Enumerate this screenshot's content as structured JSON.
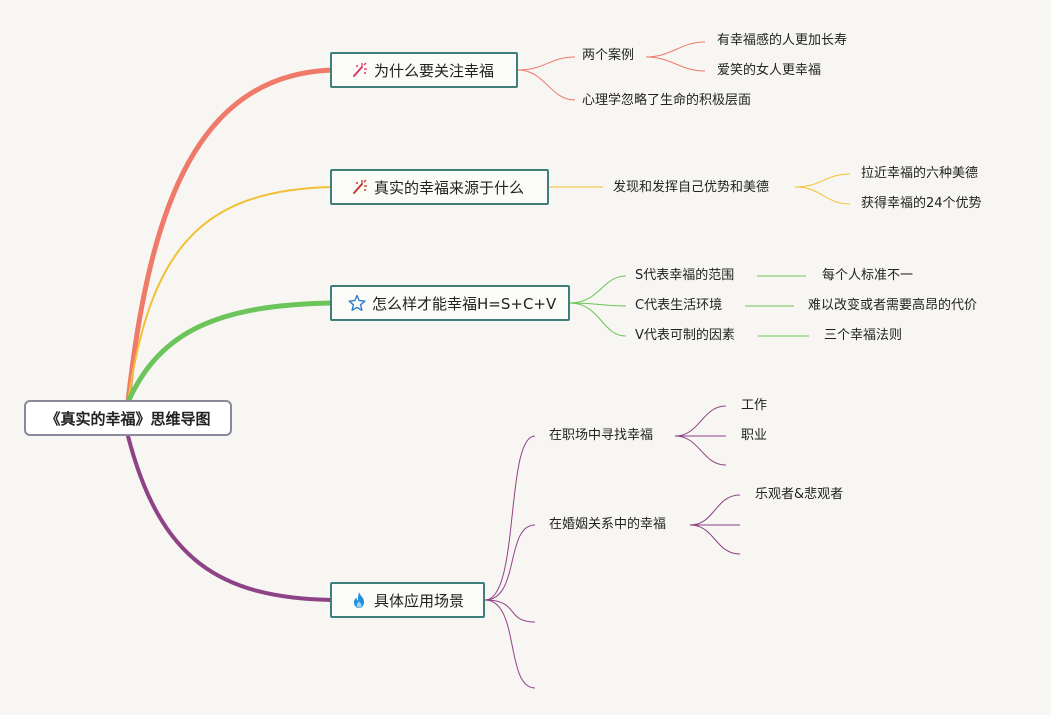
{
  "root": {
    "label": "《真实的幸福》思维导图"
  },
  "branches": [
    {
      "label": "为什么要关注幸福",
      "icon": "magic-wand-icon",
      "color": "#f07a6a",
      "children": [
        {
          "label": "两个案例",
          "children": [
            {
              "label": "有幸福感的人更加长寿"
            },
            {
              "label": "爱笑的女人更幸福"
            }
          ]
        },
        {
          "label": "心理学忽略了生命的积极层面"
        }
      ]
    },
    {
      "label": "真实的幸福来源于什么",
      "icon": "magic-wand-icon",
      "color": "#f3c034",
      "children": [
        {
          "label": "发现和发挥自己优势和美德",
          "children": [
            {
              "label": "拉近幸福的六种美德"
            },
            {
              "label": "获得幸福的24个优势"
            }
          ]
        }
      ]
    },
    {
      "label": "怎么样才能幸福H=S+C+V",
      "icon": "star-icon",
      "color": "#6cc55a",
      "children": [
        {
          "label": "S代表幸福的范围",
          "children": [
            {
              "label": "每个人标准不一"
            }
          ]
        },
        {
          "label": "C代表生活环境",
          "children": [
            {
              "label": "难以改变或者需要高昂的代价"
            }
          ]
        },
        {
          "label": "V代表可制的因素",
          "children": [
            {
              "label": "三个幸福法则"
            }
          ]
        }
      ]
    },
    {
      "label": "具体应用场景",
      "icon": "flame-icon",
      "color": "#8e4386",
      "children": [
        {
          "label": "在职场中寻找幸福",
          "children": [
            {
              "label": "工作"
            },
            {
              "label": "职业"
            },
            {
              "label": ""
            }
          ]
        },
        {
          "label": "在婚姻关系中的幸福",
          "children": [
            {
              "label": "乐观者&悲观者"
            },
            {
              "label": ""
            },
            {
              "label": ""
            }
          ]
        },
        {
          "label": ""
        },
        {
          "label": ""
        }
      ]
    }
  ]
}
